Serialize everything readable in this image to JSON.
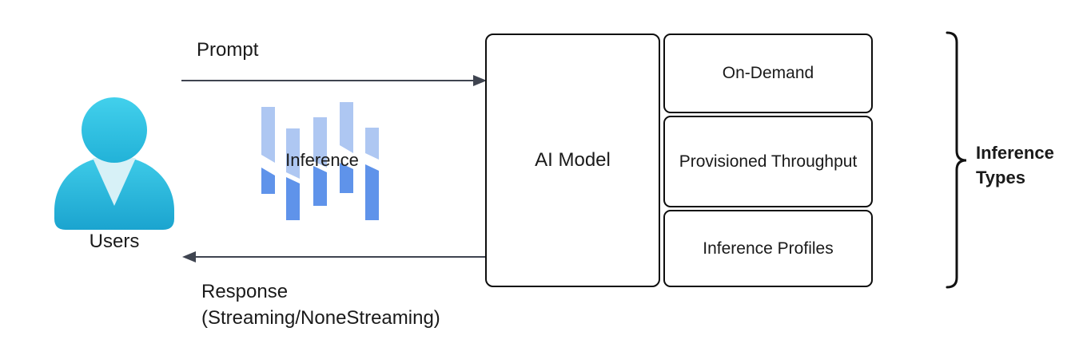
{
  "diagram": {
    "users_label": "Users",
    "prompt_label": "Prompt",
    "inference_label": "Inference",
    "response_label_line1": "Response",
    "response_label_line2": "(Streaming/NoneStreaming)",
    "ai_model_label": "AI Model",
    "inference_types": [
      {
        "label": "On-Demand"
      },
      {
        "label": "Provisioned Throughput"
      },
      {
        "label": "Inference Profiles"
      }
    ],
    "brace_label_line1": "Inference",
    "brace_label_line2": "Types",
    "icons": [
      {
        "name": "user-icon",
        "meaning": "users / people"
      },
      {
        "name": "inference-bars-icon",
        "meaning": "inference processing bars"
      },
      {
        "name": "right-arrow-icon",
        "meaning": "prompt flow to model"
      },
      {
        "name": "left-arrow-icon",
        "meaning": "response flow to users"
      },
      {
        "name": "curly-brace-icon",
        "meaning": "groups the three inference type boxes"
      }
    ],
    "colors": {
      "user_icon_top": "#42d0ec",
      "user_icon_bottom": "#1ba4cf",
      "user_collar": "#d7f1f7",
      "bar_light": "#aec7f2",
      "bar_dark": "#5f93ea",
      "arrow": "#3f4450",
      "box_border": "#0d0d0d",
      "text": "#1a1a1a",
      "background": "#ffffff"
    }
  }
}
